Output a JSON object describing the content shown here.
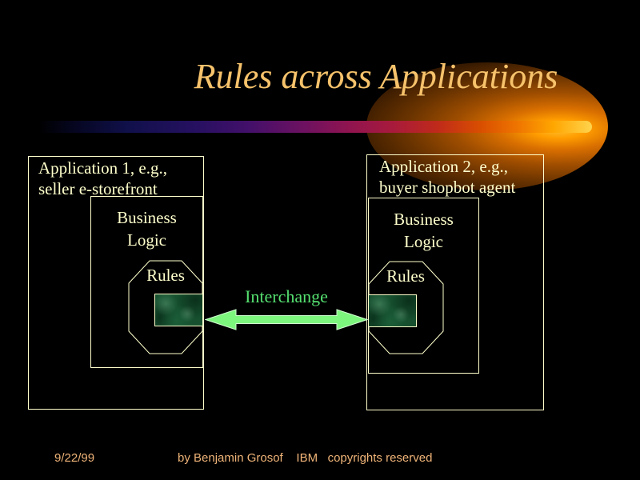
{
  "title": "Rules across Applications",
  "applications": [
    {
      "label_line1": "Application 1, e.g.,",
      "label_line2": "seller e-storefront",
      "business_logic_line1": "Business",
      "business_logic_line2": "Logic",
      "rules_label": "Rules"
    },
    {
      "label_line1": "Application 2, e.g.,",
      "label_line2": "buyer shopbot agent",
      "business_logic_line1": "Business",
      "business_logic_line2": "Logic",
      "rules_label": "Rules"
    }
  ],
  "interchange_label": "Interchange",
  "footer": {
    "date": "9/22/99",
    "credit": "by Benjamin Grosof    IBM   copyrights reserved"
  },
  "colors": {
    "background": "#000000",
    "title_text": "#F6C26B",
    "box_text": "#FFFFCC",
    "box_border": "#FFFFCC",
    "interchange_text": "#55E070",
    "arrow_fill": "#7DF67D",
    "arrow_outline": "#CFFFCF",
    "footer_text": "#F0B478",
    "rules_texture_green": "#16502F"
  }
}
